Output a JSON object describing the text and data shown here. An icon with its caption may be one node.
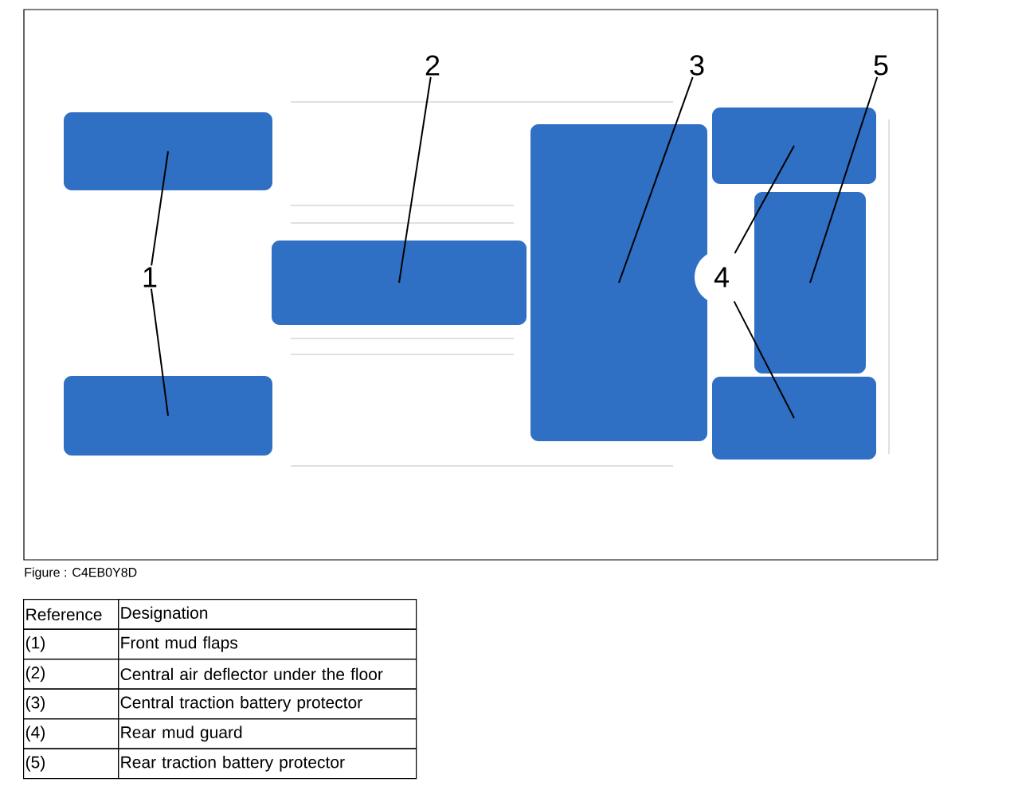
{
  "diagram": {
    "caption": "Figure : C4EB0Y8D",
    "nodes": [
      {
        "text": [
          "1"
        ]
      },
      {
        "text": [
          "2"
        ]
      },
      {
        "text": [
          "3"
        ]
      },
      {
        "text": [
          "4"
        ]
      },
      {
        "text": [
          "5"
        ]
      },
      {
        "text": [],
        "shape": "box"
      },
      {
        "text": [],
        "shape": "box"
      },
      {
        "text": [],
        "shape": "box"
      },
      {
        "text": [],
        "shape": "box"
      },
      {
        "text": [],
        "shape": "box"
      },
      {
        "text": [],
        "shape": "box"
      },
      {
        "text": [],
        "shape": "box"
      }
    ],
    "edges": [
      {
        "from": 0,
        "to": 5,
        "arrow": "none"
      },
      {
        "from": 0,
        "to": 6,
        "arrow": "none"
      },
      {
        "from": 1,
        "to": 7,
        "arrow": "none"
      },
      {
        "from": 2,
        "to": 8,
        "arrow": "none"
      },
      {
        "from": 3,
        "to": 9,
        "arrow": "none"
      },
      {
        "from": 3,
        "to": 10,
        "arrow": "none"
      },
      {
        "from": 4,
        "to": 11,
        "arrow": "none"
      }
    ],
    "labels": [
      "Reference",
      "Designation",
      "(1)",
      "Front mud flaps",
      "(2)",
      "Central air deflector under the floor",
      "(3)",
      "Central traction battery protector",
      "(4)",
      "Rear mud guard",
      "(5)",
      "Rear traction battery protector"
    ]
  }
}
